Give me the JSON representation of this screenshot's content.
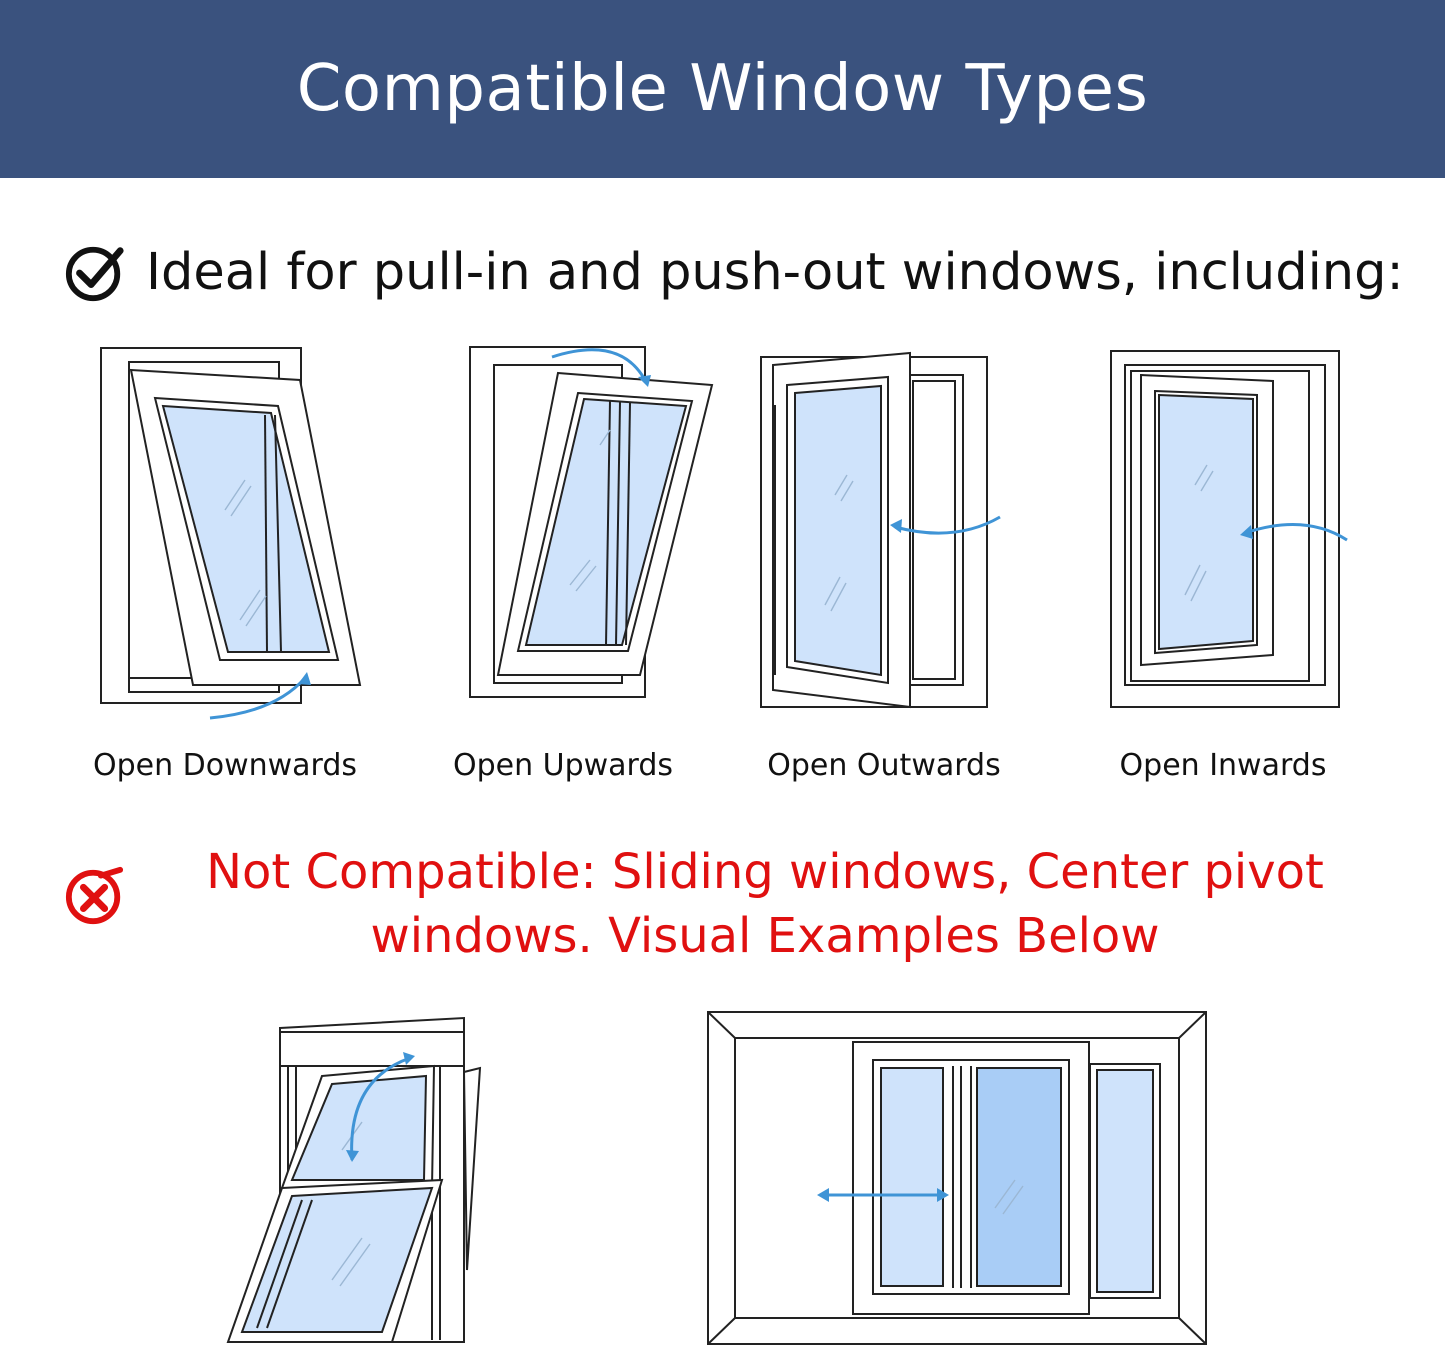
{
  "banner": {
    "title": "Compatible Window Types",
    "background": "#3a527e"
  },
  "compatible": {
    "heading": "Ideal for pull-in and push-out windows, including:",
    "icon": "check-circle-icon",
    "types": [
      {
        "label": "Open Downwards"
      },
      {
        "label": "Open Upwards"
      },
      {
        "label": "Open Outwards"
      },
      {
        "label": "Open Inwards"
      }
    ]
  },
  "incompatible": {
    "icon": "x-circle-icon",
    "line1": "Not Compatible: Sliding windows, Center pivot",
    "line2": "windows. Visual Examples Below",
    "color": "#e01010"
  },
  "colors": {
    "glass": "#cfe3fb",
    "arrow": "#3f94d6",
    "outline": "#222222"
  }
}
